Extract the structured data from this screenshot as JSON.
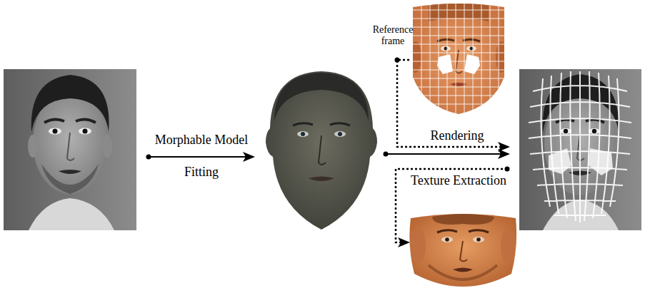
{
  "diagram": {
    "labels": [
      "Morphable Model",
      "Fitting",
      "Reference frame",
      "Rendering",
      "Texture Extraction"
    ]
  }
}
